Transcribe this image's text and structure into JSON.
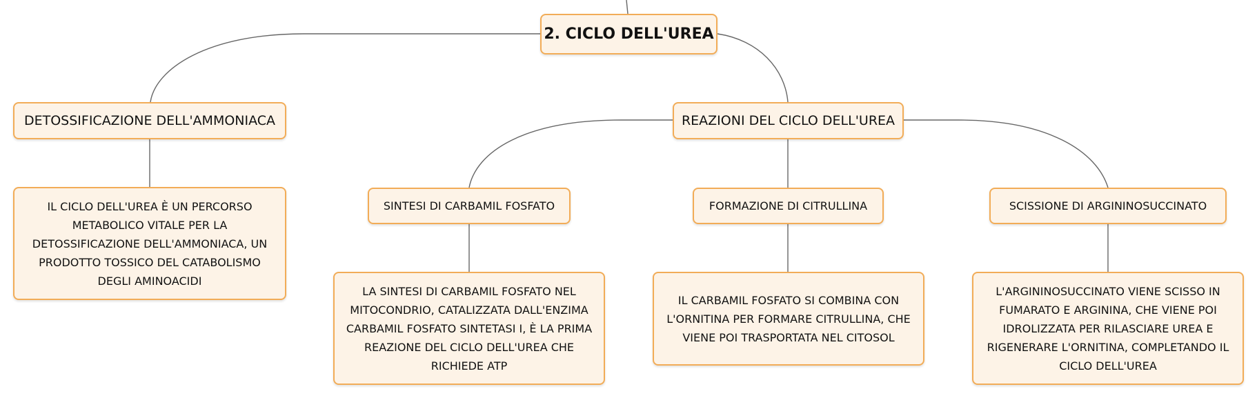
{
  "root": {
    "label": "2. CICLO DELL'UREA"
  },
  "detox": {
    "label": "DETOSSIFICAZIONE DELL'AMMONIACA",
    "desc": "IL CICLO DELL'UREA È UN PERCORSO METABOLICO VITALE PER LA DETOSSIFICAZIONE DELL'AMMONIACA, UN PRODOTTO TOSSICO DEL CATABOLISMO DEGLI AMINOACIDI"
  },
  "reactions": {
    "label": "REAZIONI DEL CICLO DELL'UREA",
    "steps": [
      {
        "label": "SINTESI DI CARBAMIL FOSFATO",
        "desc": "LA SINTESI DI CARBAMIL FOSFATO NEL MITOCONDRIO, CATALIZZATA DALL'ENZIMA CARBAMIL FOSFATO SINTETASI I, È LA PRIMA REAZIONE DEL CICLO DELL'UREA CHE RICHIEDE ATP"
      },
      {
        "label": "FORMAZIONE DI CITRULLINA",
        "desc": "IL CARBAMIL FOSFATO SI COMBINA CON L'ORNITINA PER FORMARE CITRULLINA, CHE VIENE POI TRASPORTATA NEL CITOSOL"
      },
      {
        "label": "SCISSIONE DI ARGININOSUCCINATO",
        "desc": "L'ARGININOSUCCINATO VIENE SCISSO IN FUMARATO E ARGININA, CHE VIENE POI IDROLIZZATA PER RILASCIARE UREA E RIGENERARE L'ORNITINA, COMPLETANDO IL CICLO DELL'UREA"
      }
    ]
  },
  "colors": {
    "node_fill": "#fdf3e7",
    "node_border": "#f2ac57",
    "connector": "#666666"
  }
}
